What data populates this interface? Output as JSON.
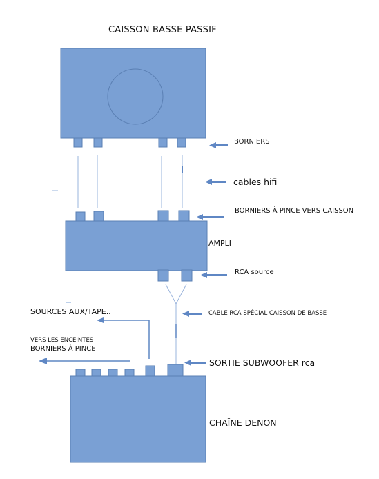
{
  "title": "CAISSON BASSE   PASSIF",
  "labels": {
    "borniers": "BORNIERS",
    "cables_hifi": "cables hifi",
    "borniers_pince_caisson": "BORNIERS À PINCE VERS CAISSON",
    "ampli": "AMPLI",
    "rca_source": "RCA source",
    "sources_aux": "SOURCES AUX/TAPE..",
    "cable_rca": "CABLE RCA SPÉCIAL CAISSON DE BASSE",
    "vers_enceintes": "VERS LES ENCEINTES",
    "borniers_pince": "BORNIERS À PINCE",
    "sortie_sub": "SORTIE SUBWOOFER rca",
    "chaine_denon": "CHAÎNE DENON"
  },
  "colors": {
    "box_fill": "#7aa0d4",
    "box_stroke": "#5a7fb3",
    "arrow": "#5f87c4",
    "wire": "#9ab4dc"
  }
}
